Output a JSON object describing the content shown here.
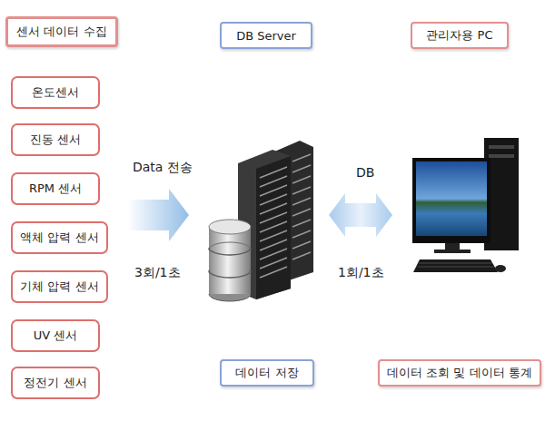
{
  "diagram": {
    "nodes": [
      {
        "text": [
          "센서 데이터 수집"
        ]
      },
      {
        "text": [
          "DB Server"
        ]
      },
      {
        "text": [
          "관리자용 PC"
        ]
      },
      {
        "text": [
          "온도센서"
        ]
      },
      {
        "text": [
          "진동 센서"
        ]
      },
      {
        "text": [
          "RPM 센서"
        ]
      },
      {
        "text": [
          "액체 압력 센서"
        ]
      },
      {
        "text": [
          "기체 압력 센서"
        ]
      },
      {
        "text": [
          "UV 센서"
        ]
      },
      {
        "text": [
          "정전기 센서"
        ]
      },
      {
        "text": [
          "데이터 저장"
        ]
      },
      {
        "text": [
          "데이터 조회 및 데이터 통계"
        ]
      }
    ],
    "labels": [
      "Data 전송",
      "3회/1초",
      "DB",
      "1회/1초"
    ]
  }
}
